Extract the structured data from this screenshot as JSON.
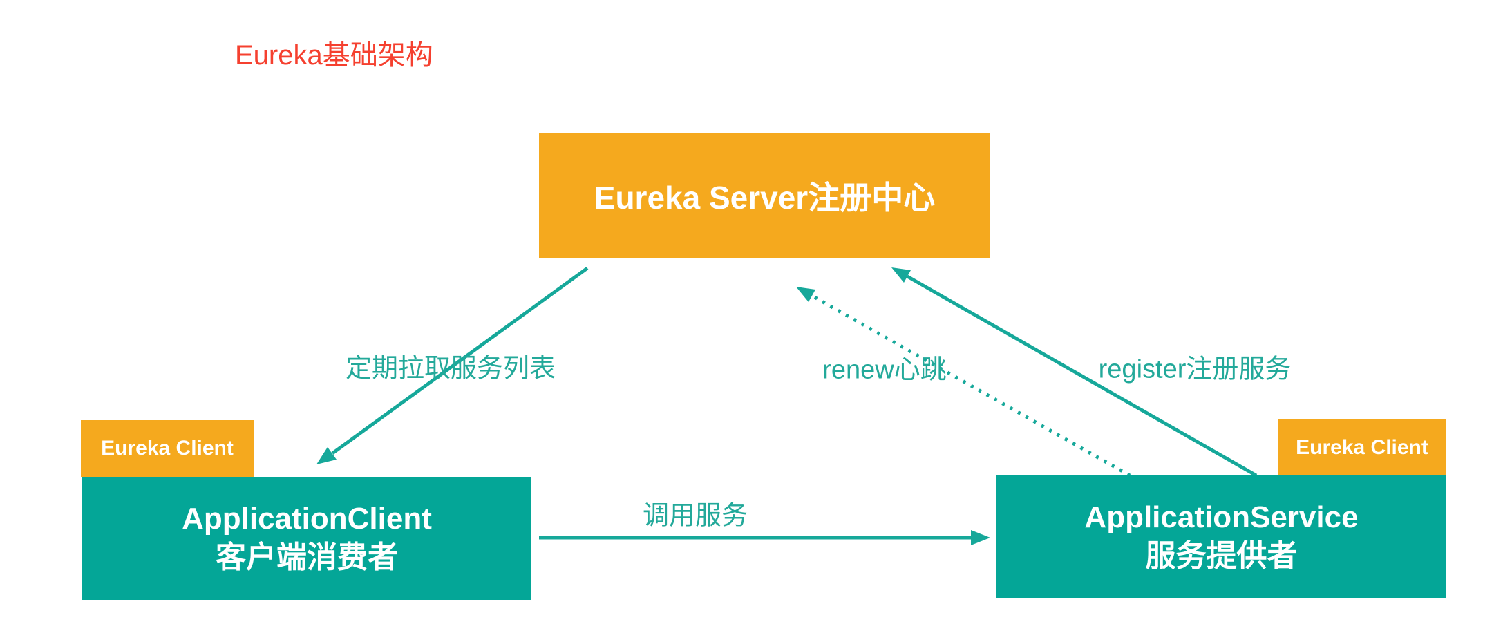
{
  "title": {
    "text": "Eureka基础架构"
  },
  "nodes": {
    "server": {
      "label": "Eureka Server注册中心"
    },
    "client": {
      "name": "ApplicationClient",
      "subtitle": "客户端消费者",
      "tag": "Eureka Client"
    },
    "service": {
      "name": "ApplicationService",
      "subtitle": "服务提供者",
      "tag": "Eureka Client"
    }
  },
  "edges": {
    "pull": {
      "label": "定期拉取服务列表",
      "style": "solid",
      "from": "server",
      "to": "client"
    },
    "renew": {
      "label": "renew心跳",
      "style": "dotted",
      "from": "service",
      "to": "server"
    },
    "register": {
      "label": "register注册服务",
      "style": "solid",
      "from": "service",
      "to": "server"
    },
    "call": {
      "label": "调用服务",
      "style": "solid",
      "from": "client",
      "to": "service"
    }
  },
  "colors": {
    "orange": "#F5A91E",
    "teal": "#04A697",
    "arrow": "#16A89A",
    "label": "#23A99A",
    "title_red": "#F5402F",
    "text_white": "#FFFFFF"
  }
}
